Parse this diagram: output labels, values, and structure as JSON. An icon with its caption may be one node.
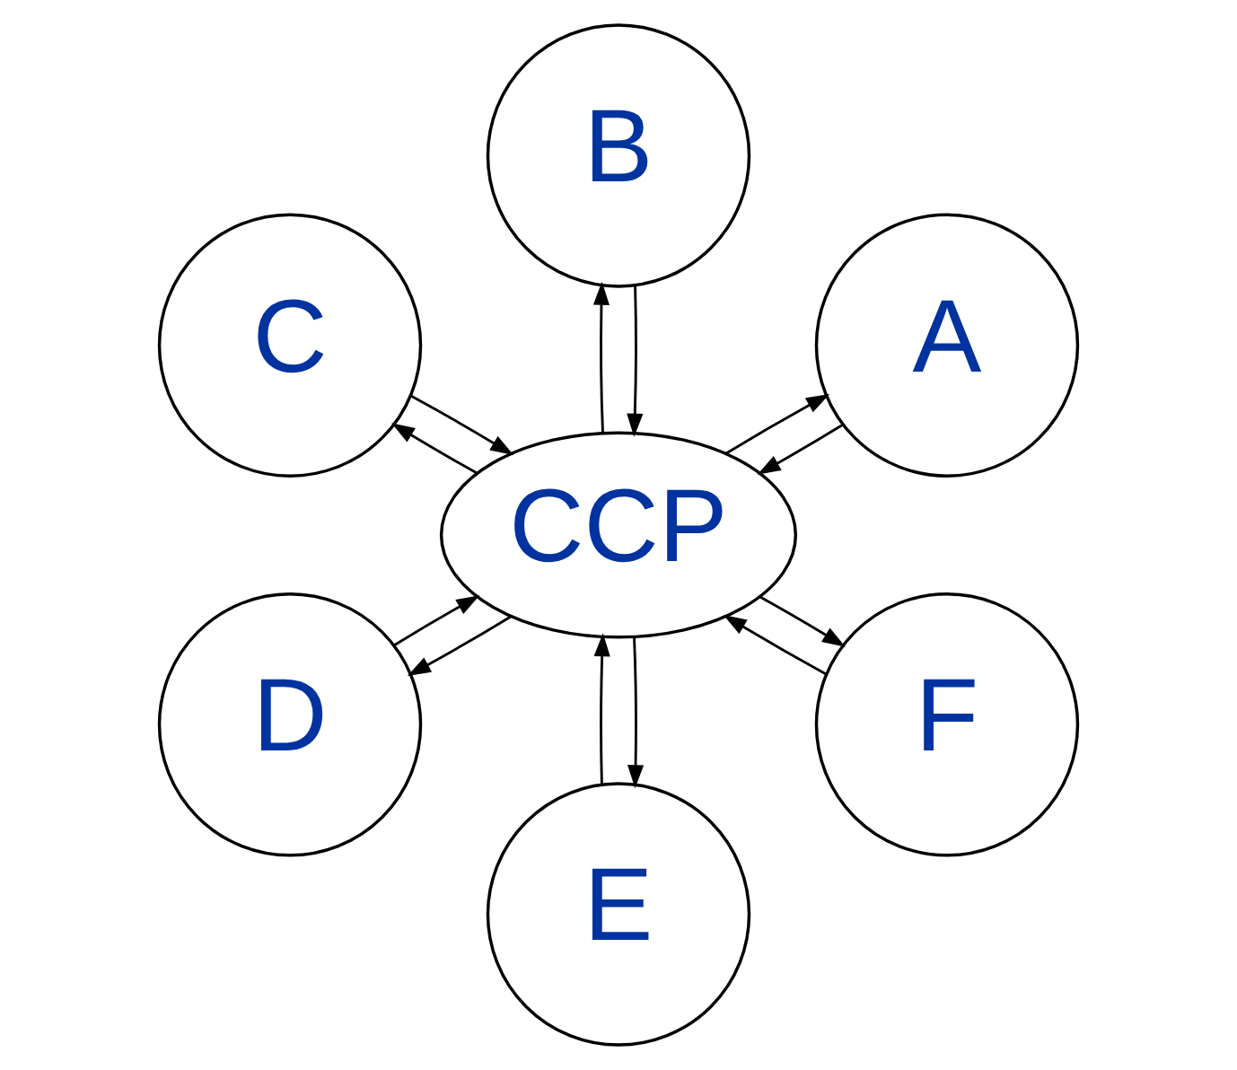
{
  "diagram": {
    "nodes": [
      {
        "text": [
          "CCP"
        ]
      },
      {
        "text": [
          "A"
        ]
      },
      {
        "text": [
          "B"
        ]
      },
      {
        "text": [
          "C"
        ]
      },
      {
        "text": [
          "D"
        ]
      },
      {
        "text": [
          "E"
        ]
      },
      {
        "text": [
          "F"
        ]
      }
    ],
    "edges": [
      {
        "from": 0,
        "to": 1,
        "arrow": "to"
      },
      {
        "from": 1,
        "to": 0,
        "arrow": "to"
      },
      {
        "from": 0,
        "to": 2,
        "arrow": "to"
      },
      {
        "from": 2,
        "to": 0,
        "arrow": "to"
      },
      {
        "from": 3,
        "to": 0,
        "arrow": "to"
      },
      {
        "from": 0,
        "to": 3,
        "arrow": "to"
      },
      {
        "from": 0,
        "to": 4,
        "arrow": "to"
      },
      {
        "from": 4,
        "to": 0,
        "arrow": "to"
      },
      {
        "from": 0,
        "to": 5,
        "arrow": "to"
      },
      {
        "from": 5,
        "to": 0,
        "arrow": "to"
      },
      {
        "from": 0,
        "to": 6,
        "arrow": "to"
      },
      {
        "from": 6,
        "to": 0,
        "arrow": "to"
      }
    ]
  }
}
